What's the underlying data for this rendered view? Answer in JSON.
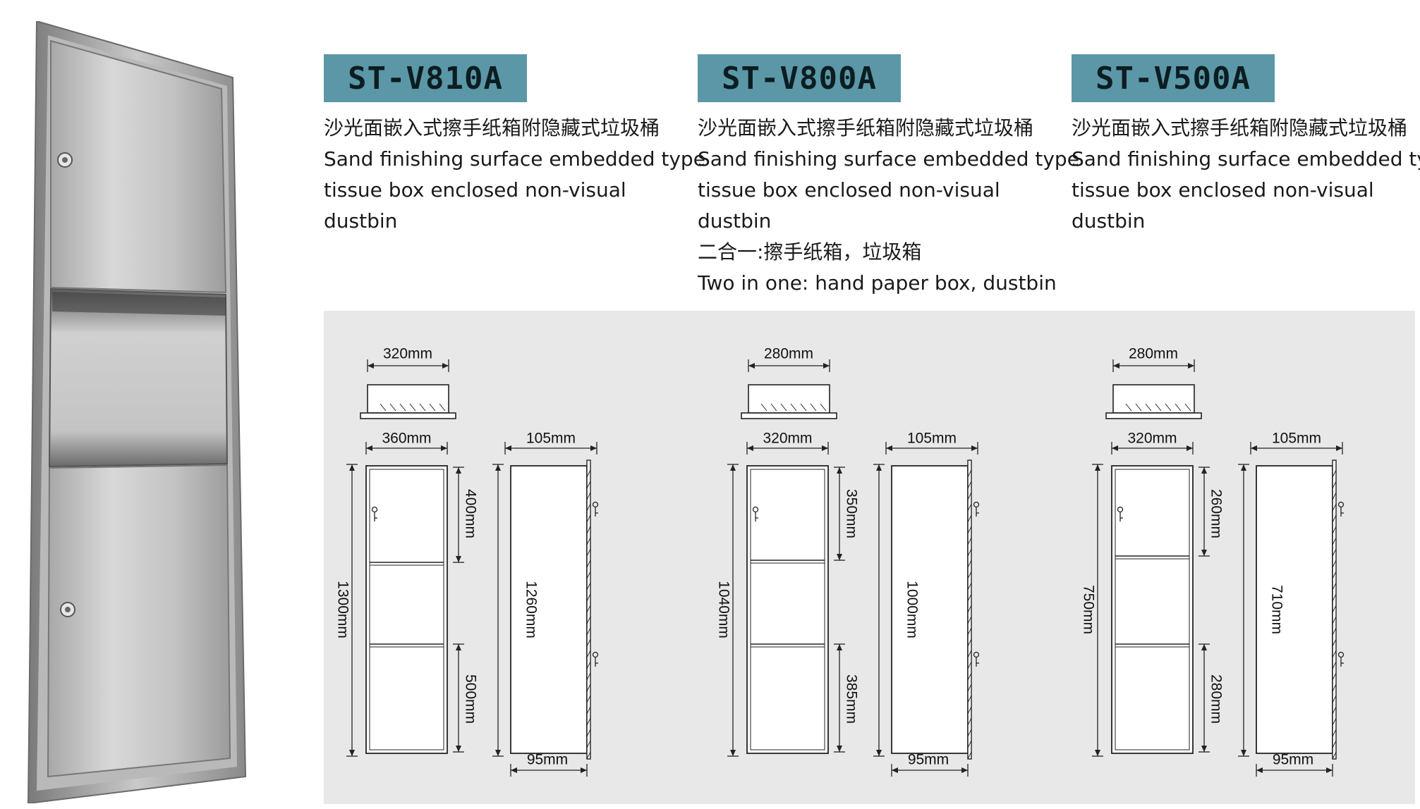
{
  "products": [
    {
      "model": "ST-V810A",
      "desc_lines": [
        "沙光面嵌入式擦手纸箱附隐藏式垃圾桶",
        "Sand finishing surface embedded type",
        "tissue box enclosed non-visual",
        "dustbin"
      ],
      "dims": {
        "top_width": "320mm",
        "front_width": "360mm",
        "front_height": "1300mm",
        "upper_section": "400mm",
        "lower_section": "500mm",
        "side_depth_top": "105mm",
        "side_depth_bottom": "95mm",
        "side_height": "1260mm"
      }
    },
    {
      "model": "ST-V800A",
      "desc_lines": [
        "沙光面嵌入式擦手纸箱附隐藏式垃圾桶",
        "Sand finishing surface embedded type",
        "tissue box enclosed non-visual",
        "dustbin",
        "二合一:擦手纸箱，垃圾箱",
        "Two in one: hand paper box, dustbin"
      ],
      "dims": {
        "top_width": "280mm",
        "front_width": "320mm",
        "front_height": "1040mm",
        "upper_section": "350mm",
        "lower_section": "385mm",
        "side_depth_top": "105mm",
        "side_depth_bottom": "95mm",
        "side_height": "1000mm"
      }
    },
    {
      "model": "ST-V500A",
      "desc_lines": [
        "沙光面嵌入式擦手纸箱附隐藏式垃圾桶",
        "Sand finishing surface embedded type",
        "tissue box enclosed non-visual",
        "dustbin"
      ],
      "dims": {
        "top_width": "280mm",
        "front_width": "320mm",
        "front_height": "750mm",
        "upper_section": "260mm",
        "lower_section": "280mm",
        "side_depth_top": "105mm",
        "side_depth_bottom": "95mm",
        "side_height": "710mm"
      }
    }
  ],
  "colors": {
    "badge": "#5b97a6",
    "panel": "#e8e8e8",
    "steel_light": "#d4d4d4",
    "steel_dark": "#8e8e8e"
  }
}
